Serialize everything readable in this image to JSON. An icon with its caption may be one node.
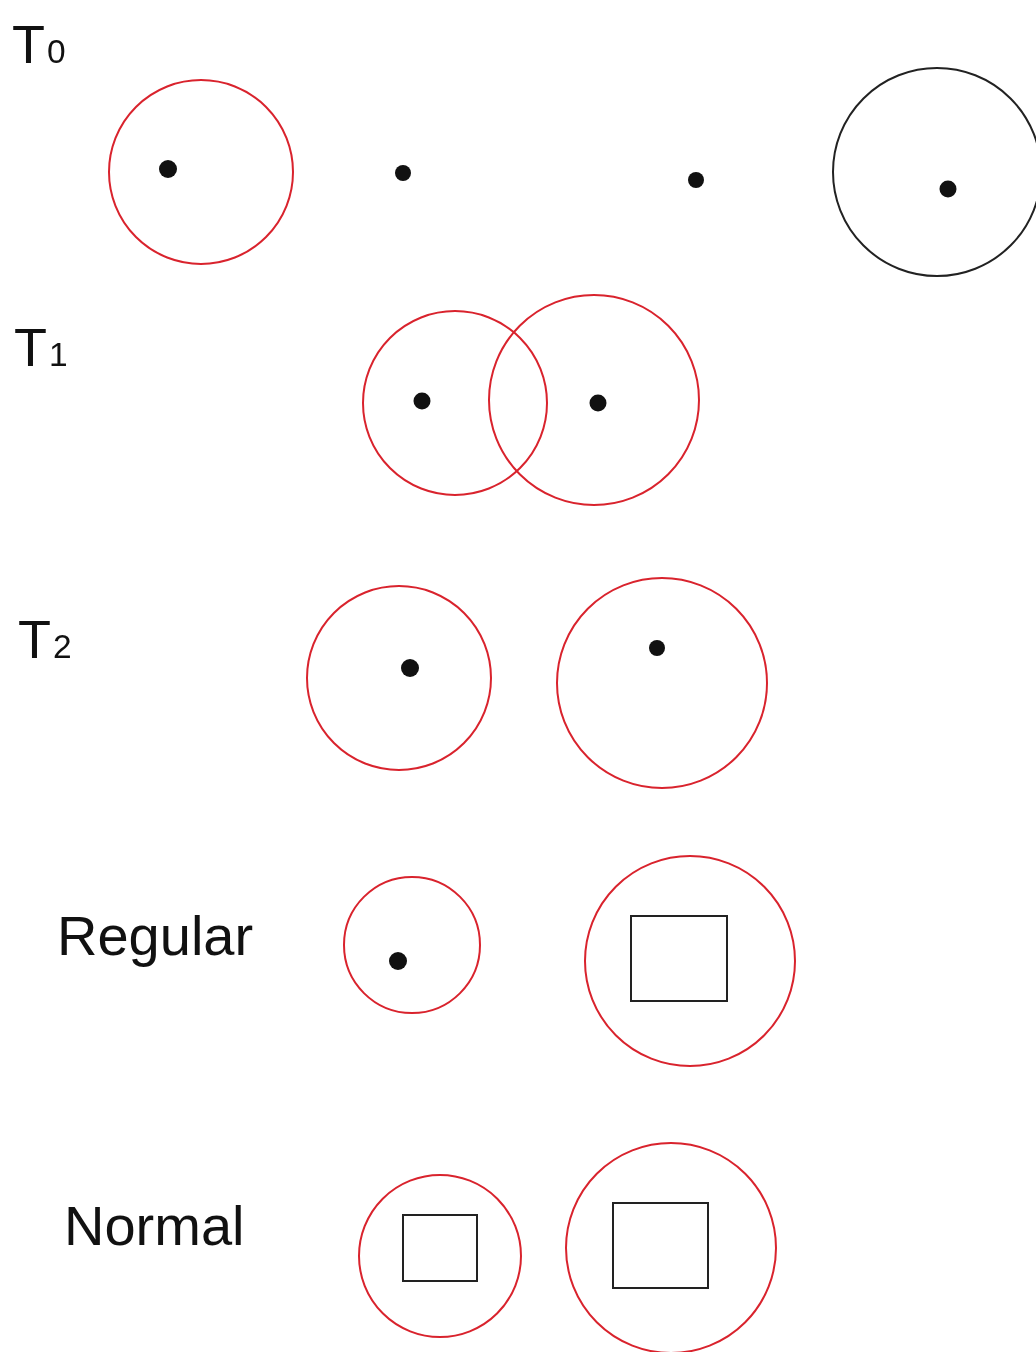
{
  "diagram": {
    "nodes": [
      {
        "text": [],
        "shape": "circle"
      },
      {
        "text": [],
        "shape": "circle"
      },
      {
        "text": [],
        "shape": "circle"
      },
      {
        "text": [],
        "shape": "circle"
      },
      {
        "text": [],
        "shape": "circle"
      },
      {
        "text": [],
        "shape": "circle"
      },
      {
        "text": [],
        "shape": "circle"
      },
      {
        "text": [],
        "shape": "circle"
      },
      {
        "text": [],
        "shape": "box",
        "in": 7
      },
      {
        "text": [],
        "shape": "circle"
      },
      {
        "text": [],
        "shape": "box",
        "in": 9
      },
      {
        "text": [],
        "shape": "circle"
      },
      {
        "text": [],
        "shape": "box",
        "in": 11
      }
    ],
    "labels": [
      "T$_{0}$",
      "T$_{1}$",
      "T$_{2}$",
      "Regular",
      "Normal"
    ]
  }
}
